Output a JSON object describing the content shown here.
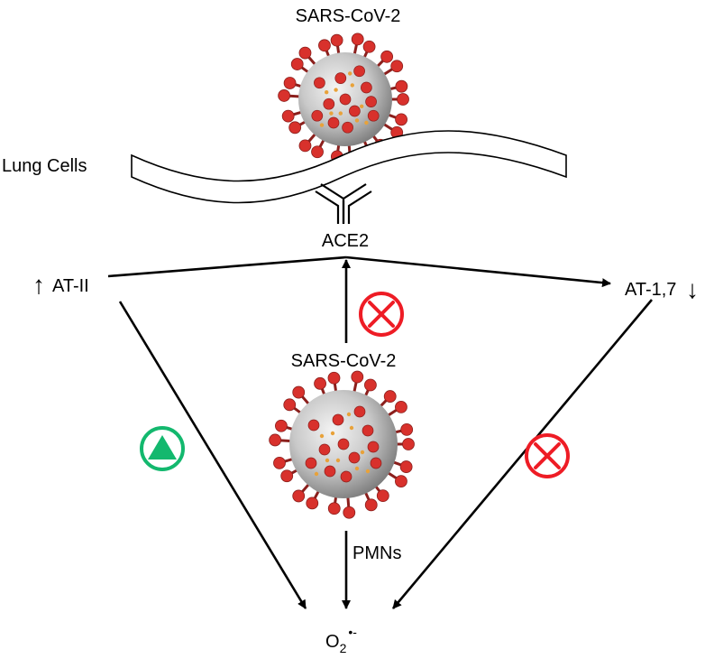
{
  "labels": {
    "virus_top": "SARS-CoV-2",
    "lung_cells": "Lung Cells",
    "receptor": "ACE2",
    "at_ii": "AT-II",
    "at_ii_trend": "↑",
    "at_17": "AT-1,7",
    "at_17_trend": "↓",
    "virus_center": "SARS-CoV-2",
    "pmns": "PMNs",
    "superoxide_base": "O",
    "superoxide_sub": "2",
    "superoxide_sup": "•-"
  },
  "symbols": {
    "inhibit_color": "#ee1c25",
    "activate_color": "#13b86e",
    "inhibit_icon": "circled-x-icon",
    "activate_icon": "circled-up-triangle-icon"
  },
  "colors": {
    "virus_body": "#c9c9c9",
    "virus_spike": "#d8312c",
    "virus_dot": "#e8a23a",
    "line": "#000000"
  }
}
